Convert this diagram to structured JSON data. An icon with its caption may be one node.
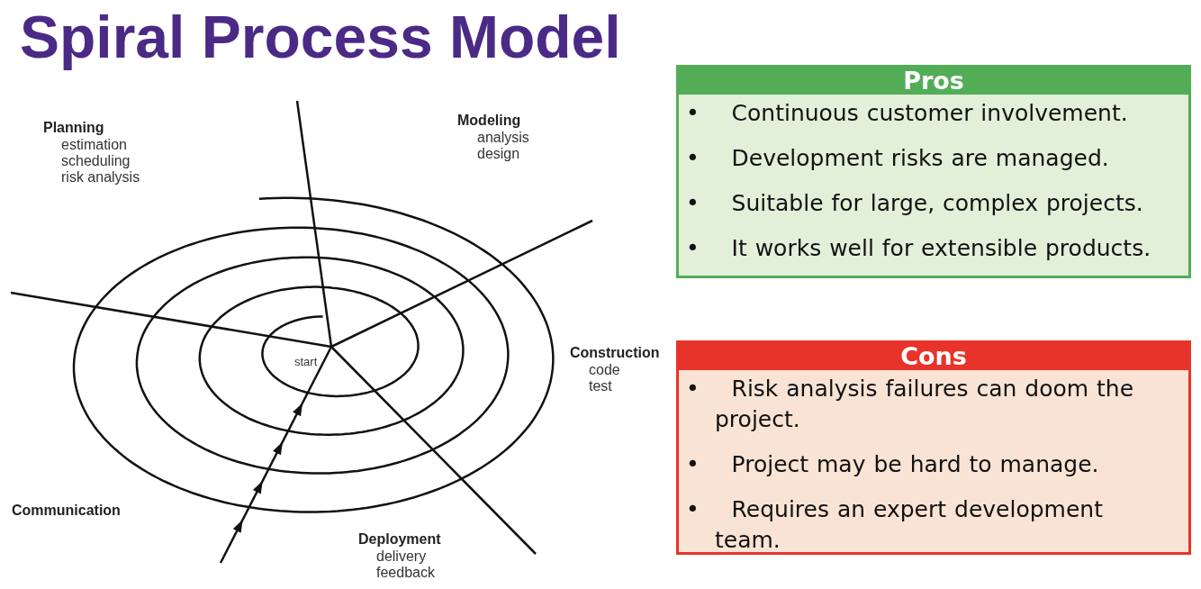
{
  "diagram": {
    "title": "Spiral Process Model",
    "nodes": [
      {
        "text": [
          "Pros",
          "• Continuous customer involvement.",
          "• Development risks are managed.",
          "• Suitable for large, complex projects.",
          "• It works well for extensible products."
        ]
      },
      {
        "text": [
          "Cons",
          "• Risk analysis failures can doom the project.",
          "• Project may be hard to manage.",
          "• Requires an expert development team."
        ]
      }
    ],
    "edges": [],
    "labels": [
      "Planning",
      "estimation",
      "scheduling",
      "risk analysis",
      "Modeling",
      "analysis",
      "design",
      "Construction",
      "code",
      "test",
      "Communication",
      "Deployment",
      "delivery",
      "feedback",
      "start"
    ]
  }
}
